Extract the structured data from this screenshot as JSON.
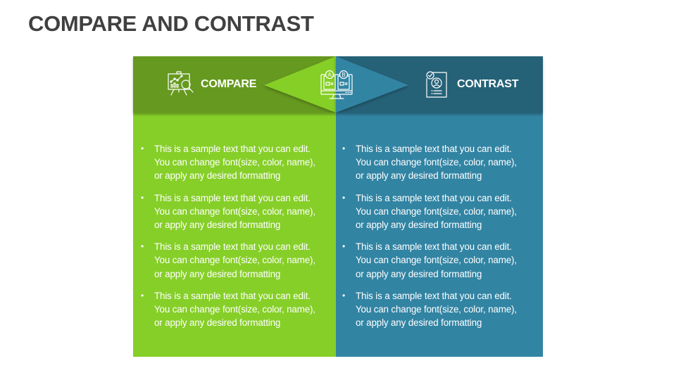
{
  "slide": {
    "title": "COMPARE AND CONTRAST"
  },
  "colors": {
    "title": "#404040",
    "left_header": "#66991f",
    "left_body": "#86cf28",
    "right_header": "#256278",
    "right_body": "#3284a3",
    "text": "#ffffff"
  },
  "compare": {
    "label": "COMPARE",
    "icon": "presentation-chart-magnifier-icon",
    "items": [
      {
        "line1": "This is a sample text that you can edit.",
        "line2": "You can change font(size, color, name),",
        "line3": "or apply any desired formatting"
      },
      {
        "line1": "This is a sample text that you can edit.",
        "line2": "You can change font(size, color, name),",
        "line3": "or apply any desired formatting"
      },
      {
        "line1": "This is a sample text that you can edit.",
        "line2": "You can change font(size, color, name),",
        "line3": "or apply any desired formatting"
      },
      {
        "line1": "This is a sample text that you can edit.",
        "line2": "You can change font(size, color, name),",
        "line3": "or apply any desired formatting"
      }
    ]
  },
  "contrast": {
    "label": "CONTRAST",
    "icon": "profile-document-check-icon",
    "items": [
      {
        "line1": "This is a sample text that you can edit.",
        "line2": "You can change font(size, color, name),",
        "line3": "or apply any desired formatting"
      },
      {
        "line1": "This is a sample text that you can edit.",
        "line2": "You can change font(size, color, name),",
        "line3": "or apply any desired formatting"
      },
      {
        "line1": "This is a sample text that you can edit.",
        "line2": "You can change font(size, color, name),",
        "line3": "or apply any desired formatting"
      },
      {
        "line1": "This is a sample text that you can edit.",
        "line2": "You can change font(size, color, name),",
        "line3": "or apply any desired formatting"
      }
    ]
  },
  "center": {
    "icon": "monitor-a-b-comparison-icon",
    "badge_a": "A",
    "badge_b": "B"
  },
  "bullet_char": "•"
}
